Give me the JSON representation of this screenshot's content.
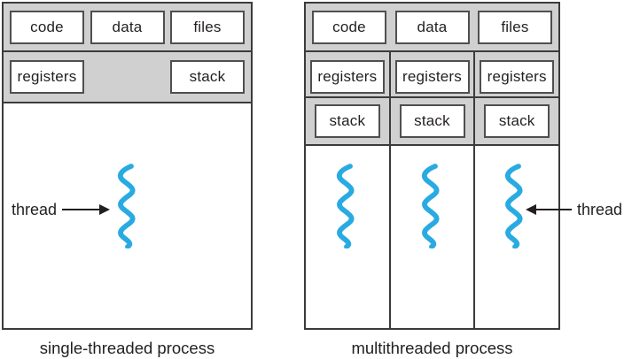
{
  "figure": {
    "left": {
      "caption": "single-threaded process",
      "top_boxes": [
        "code",
        "data",
        "files"
      ],
      "registers_label": "registers",
      "stack_label": "stack",
      "thread_label": "thread"
    },
    "right": {
      "caption": "multithreaded process",
      "top_boxes": [
        "code",
        "data",
        "files"
      ],
      "columns": [
        {
          "registers": "registers",
          "stack": "stack"
        },
        {
          "registers": "registers",
          "stack": "stack"
        },
        {
          "registers": "registers",
          "stack": "stack"
        }
      ],
      "thread_label": "thread"
    },
    "colors": {
      "panel_gray": "#d0d0d0",
      "line_dark": "#3b3b3b",
      "box_border": "#4f4f4f",
      "thread_blue": "#29abe2",
      "text": "#231f20",
      "background": "#ffffff"
    }
  }
}
